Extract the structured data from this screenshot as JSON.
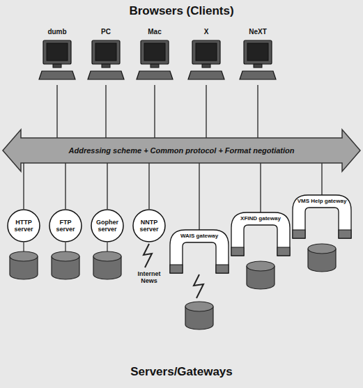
{
  "diagram": {
    "title": "Browsers (Clients)",
    "caption": "Servers/Gateways",
    "nodes": [
      {
        "text": [
          "dumb"
        ]
      },
      {
        "text": [
          "PC"
        ]
      },
      {
        "text": [
          "Mac"
        ]
      },
      {
        "text": [
          "X"
        ]
      },
      {
        "text": [
          "NeXT"
        ]
      },
      {
        "text": [
          "Addressing scheme + Common protocol + Format negotiation"
        ]
      },
      {
        "text": [
          "HTTP server"
        ]
      },
      {
        "text": [
          "FTP server"
        ]
      },
      {
        "text": [
          "Gopher server"
        ]
      },
      {
        "text": [
          "NNTP server"
        ]
      },
      {
        "text": [
          "WAIS gateway"
        ]
      },
      {
        "text": [
          "XFIND gateway"
        ]
      },
      {
        "text": [
          "VMS Help gateway"
        ]
      }
    ],
    "edges": [
      {
        "from": 0,
        "to": 5,
        "arrow": "none"
      },
      {
        "from": 1,
        "to": 5,
        "arrow": "none"
      },
      {
        "from": 2,
        "to": 5,
        "arrow": "none"
      },
      {
        "from": 3,
        "to": 5,
        "arrow": "none"
      },
      {
        "from": 4,
        "to": 5,
        "arrow": "none"
      },
      {
        "from": 5,
        "to": 6,
        "arrow": "none"
      },
      {
        "from": 5,
        "to": 7,
        "arrow": "none"
      },
      {
        "from": 5,
        "to": 8,
        "arrow": "none"
      },
      {
        "from": 5,
        "to": 9,
        "arrow": "none"
      },
      {
        "from": 5,
        "to": 10,
        "arrow": "none"
      },
      {
        "from": 5,
        "to": 11,
        "arrow": "none"
      },
      {
        "from": 5,
        "to": 12,
        "arrow": "none"
      }
    ],
    "labels": [
      "Internet News"
    ]
  }
}
